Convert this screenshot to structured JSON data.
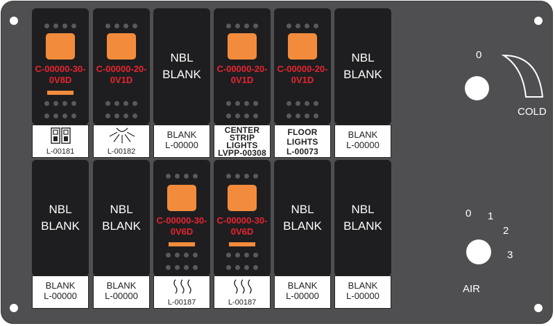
{
  "rockers_top": [
    {
      "type": "lamp",
      "code_l1": "C-00000-30-",
      "code_l2": "0V8D",
      "bar": true
    },
    {
      "type": "lamp",
      "code_l1": "C-00000-20-",
      "code_l2": "0V1D",
      "bar": false
    },
    {
      "type": "blank",
      "line1": "NBL",
      "line2": "BLANK"
    },
    {
      "type": "lamp",
      "code_l1": "C-00000-20-",
      "code_l2": "0V1D",
      "bar": false
    },
    {
      "type": "lamp",
      "code_l1": "C-00000-20-",
      "code_l2": "0V1D",
      "bar": false
    },
    {
      "type": "blank",
      "line1": "NBL",
      "line2": "BLANK"
    }
  ],
  "rockers_bottom": [
    {
      "type": "blank",
      "line1": "NBL",
      "line2": "BLANK"
    },
    {
      "type": "blank",
      "line1": "NBL",
      "line2": "BLANK"
    },
    {
      "type": "lamp",
      "code_l1": "C-00000-30-",
      "code_l2": "0V6D",
      "bar": true
    },
    {
      "type": "lamp",
      "code_l1": "C-00000-30-",
      "code_l2": "0V6D",
      "bar": true
    },
    {
      "type": "blank",
      "line1": "NBL",
      "line2": "BLANK"
    },
    {
      "type": "blank",
      "line1": "NBL",
      "line2": "BLANK"
    }
  ],
  "labels_top": [
    {
      "icon": "door-lock-icon",
      "part": "L-00181"
    },
    {
      "icon": "dome-light-icon",
      "part": "L-00182"
    },
    {
      "text1": "BLANK",
      "text2": "L-00000"
    },
    {
      "bold1": "CENTER",
      "bold2": "STRIP",
      "bold3": "LIGHTS",
      "part": "LVPP-00308"
    },
    {
      "bold1": "FLOOR",
      "bold2": "LIGHTS",
      "part": "L-00073"
    },
    {
      "text1": "BLANK",
      "text2": "L-00000"
    }
  ],
  "labels_bottom": [
    {
      "text1": "BLANK",
      "text2": "L-00000"
    },
    {
      "text1": "BLANK",
      "text2": "L-00000"
    },
    {
      "icon": "heat-waves-icon",
      "part": "L-00187"
    },
    {
      "icon": "heat-waves-icon",
      "part": "L-00187"
    },
    {
      "text1": "BLANK",
      "text2": "L-00000"
    },
    {
      "text1": "BLANK",
      "text2": "L-00000"
    }
  ],
  "temp_dial": {
    "zero": "0",
    "label": "COLD"
  },
  "air_dial": {
    "pos0": "0",
    "pos1": "1",
    "pos2": "2",
    "pos3": "3",
    "label": "AIR"
  }
}
